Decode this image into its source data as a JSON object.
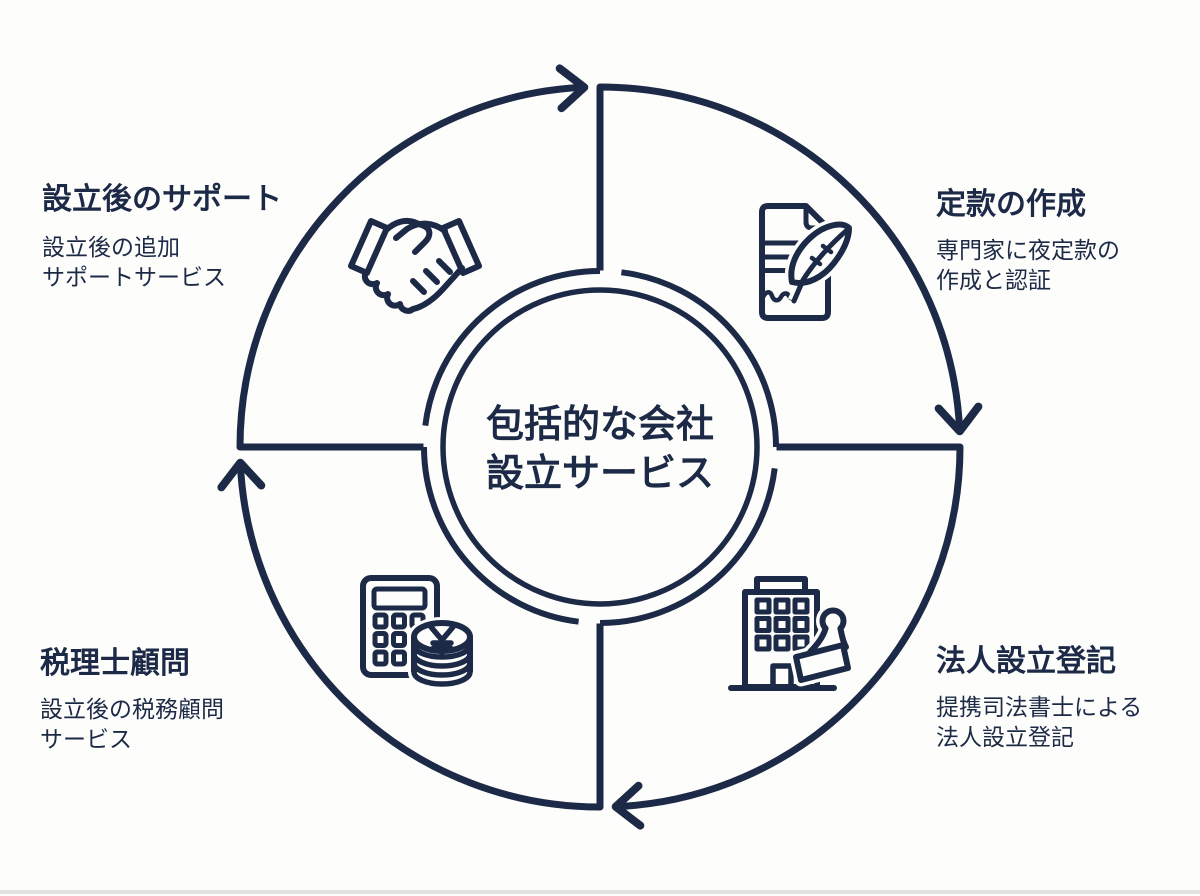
{
  "page": {
    "background": "#fdfdfb",
    "line_color": "#1d2a47"
  },
  "diagram": {
    "center_title": {
      "line1": "包括的な会社",
      "line2": "設立サービス"
    },
    "quadrants": [
      {
        "position": "top-left",
        "title": "設立後のサポート",
        "desc_line1": "設立後の追加",
        "desc_line2": "サポートサービス",
        "icon": "handshake-icon"
      },
      {
        "position": "top-right",
        "title": "定款の作成",
        "desc_line1": "専門家に夜定款の",
        "desc_line2": "作成と認証",
        "icon": "document-quill-icon"
      },
      {
        "position": "bottom-right",
        "title": "法人設立登記",
        "desc_line1": "提携司法書士による",
        "desc_line2": "法人設立登記",
        "icon": "building-stamp-icon"
      },
      {
        "position": "bottom-left",
        "title": "税理士顧問",
        "desc_line1": "設立後の税務顧問",
        "desc_line2": "サービス",
        "icon": "calculator-coins-icon"
      }
    ],
    "flow_direction": "clockwise"
  }
}
